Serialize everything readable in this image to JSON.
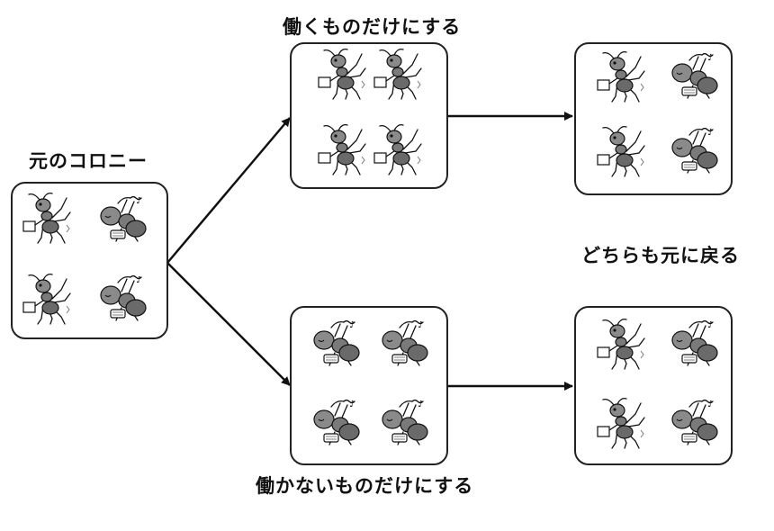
{
  "labels": {
    "original": "元のコロニー",
    "workers_only": "働くものだけにする",
    "nonworkers_only": "働かないものだけにする",
    "both_return": "どちらも元に戻る"
  },
  "icons": {
    "worker": "working-ant-icon",
    "rester": "resting-ant-icon"
  },
  "colors": {
    "line": "#111111",
    "ant_body": "#6a6a6a",
    "ant_body_light": "#9a9a9a"
  }
}
